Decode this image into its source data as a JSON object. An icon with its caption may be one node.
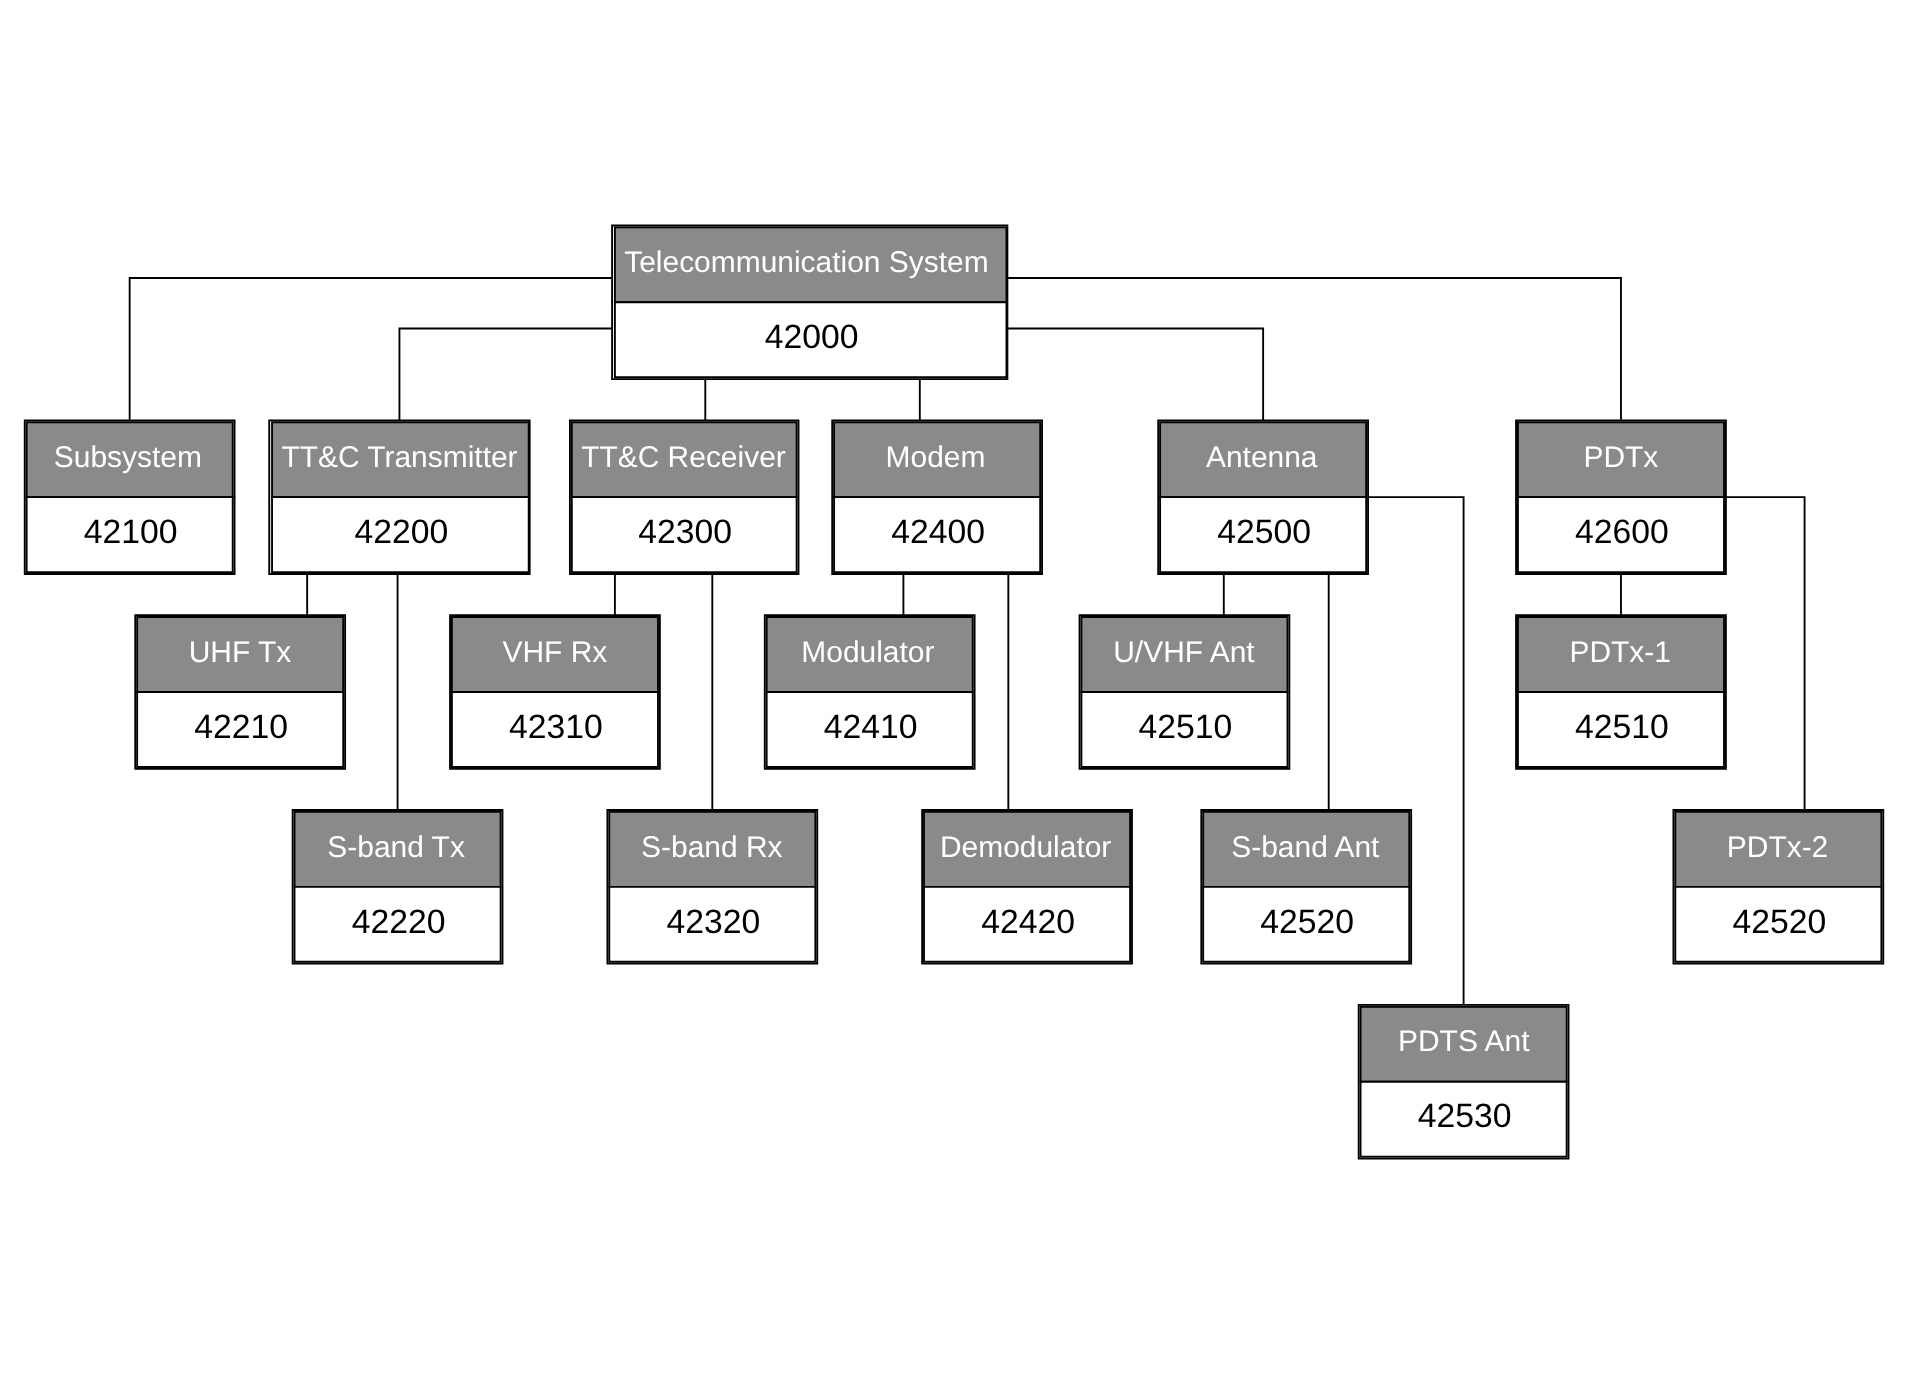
{
  "diagram": {
    "nodes": [
      {
        "text": [
          "Telecommunication System",
          "42000"
        ]
      },
      {
        "text": [
          "Subsystem",
          "42100"
        ]
      },
      {
        "text": [
          "TT&C Transmitter",
          "42200"
        ]
      },
      {
        "text": [
          "TT&C Receiver",
          "42300"
        ]
      },
      {
        "text": [
          "Modem",
          "42400"
        ]
      },
      {
        "text": [
          "Antenna",
          "42500"
        ]
      },
      {
        "text": [
          "PDTx",
          "42600"
        ]
      },
      {
        "text": [
          "UHF Tx",
          "42210"
        ]
      },
      {
        "text": [
          "S-band Tx",
          "42220"
        ]
      },
      {
        "text": [
          "VHF Rx",
          "42310"
        ]
      },
      {
        "text": [
          "S-band Rx",
          "42320"
        ]
      },
      {
        "text": [
          "Modulator",
          "42410"
        ]
      },
      {
        "text": [
          "Demodulator",
          "42420"
        ]
      },
      {
        "text": [
          "U/VHF Ant",
          "42510"
        ]
      },
      {
        "text": [
          "S-band Ant",
          "42520"
        ]
      },
      {
        "text": [
          "PDTS Ant",
          "42530"
        ]
      },
      {
        "text": [
          "PDTx-1",
          "42510"
        ]
      },
      {
        "text": [
          "PDTx-2",
          "42520"
        ]
      }
    ],
    "edges": [
      {
        "from": 0,
        "to": 1,
        "arrow": "none"
      },
      {
        "from": 0,
        "to": 2,
        "arrow": "none"
      },
      {
        "from": 0,
        "to": 3,
        "arrow": "none"
      },
      {
        "from": 0,
        "to": 4,
        "arrow": "none"
      },
      {
        "from": 0,
        "to": 5,
        "arrow": "none"
      },
      {
        "from": 0,
        "to": 6,
        "arrow": "none"
      },
      {
        "from": 2,
        "to": 7,
        "arrow": "none"
      },
      {
        "from": 2,
        "to": 8,
        "arrow": "none"
      },
      {
        "from": 3,
        "to": 9,
        "arrow": "none"
      },
      {
        "from": 3,
        "to": 10,
        "arrow": "none"
      },
      {
        "from": 4,
        "to": 11,
        "arrow": "none"
      },
      {
        "from": 4,
        "to": 12,
        "arrow": "none"
      },
      {
        "from": 5,
        "to": 13,
        "arrow": "none"
      },
      {
        "from": 5,
        "to": 14,
        "arrow": "none"
      },
      {
        "from": 5,
        "to": 15,
        "arrow": "none"
      },
      {
        "from": 6,
        "to": 16,
        "arrow": "none"
      },
      {
        "from": 6,
        "to": 17,
        "arrow": "none"
      }
    ]
  }
}
